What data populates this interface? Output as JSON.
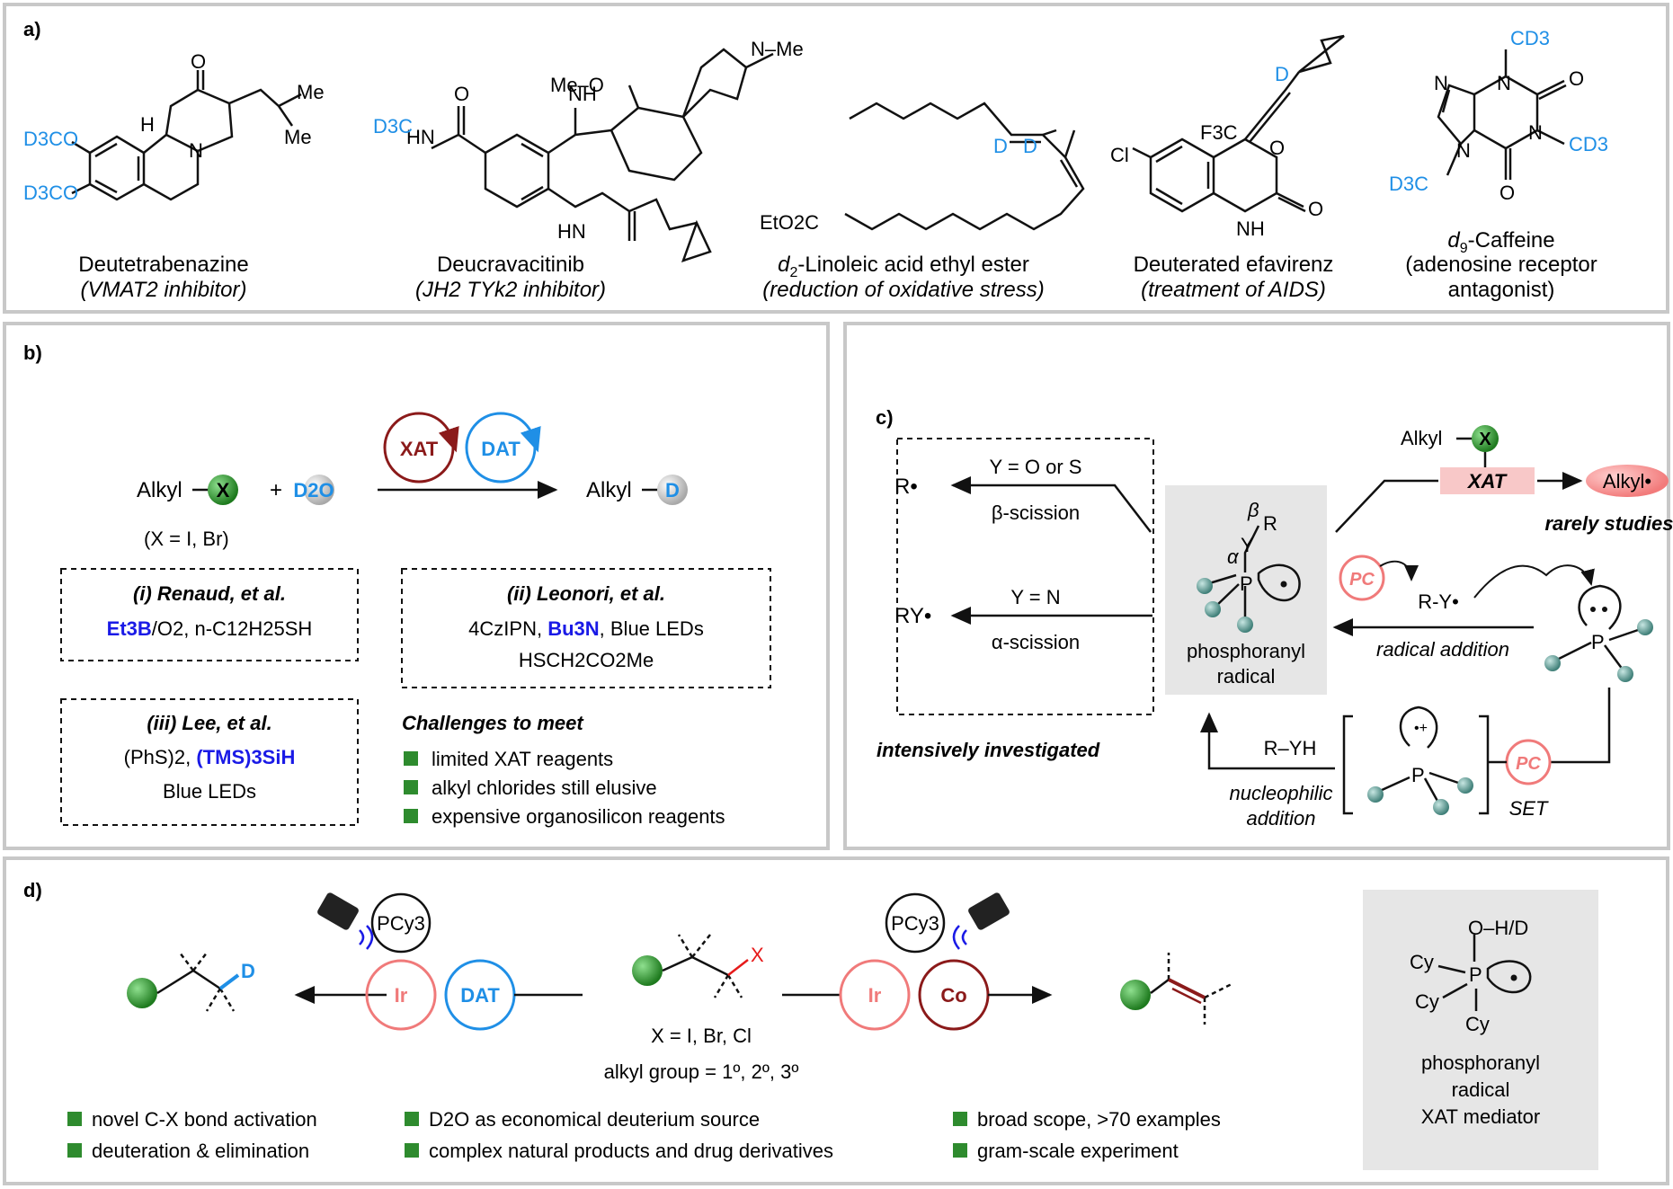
{
  "panel_a": {
    "label": "a)",
    "drugs": [
      {
        "name": "Deutetrabenazine",
        "desc": "(VMAT2 inhibitor)"
      },
      {
        "name": "Deucravacitinib",
        "desc": "(JH2 TYk2 inhibitor)"
      },
      {
        "name_prefix": "d",
        "name_sub": "2",
        "name_rest": "-Linoleic acid ethyl ester",
        "desc": "(reduction of oxidative stress)"
      },
      {
        "name": "Deuterated efavirenz",
        "desc": "(treatment of AIDS)"
      },
      {
        "name_prefix": "d",
        "name_sub": "9",
        "name_rest": "-Caffeine",
        "desc1": "(adenosine receptor",
        "desc2": "antagonist)"
      }
    ],
    "atoms": {
      "d3co": "D3CO",
      "ome": "Me–O",
      "me": "Me",
      "h": "H",
      "o": "O",
      "n": "N",
      "hn": "HN",
      "nh": "NH",
      "f3c": "F3C",
      "cl": "Cl",
      "d": "D",
      "eto2c": "EtO2C",
      "cd3": "CD3",
      "d3c": "D3C",
      "nme": "N–Me"
    }
  },
  "panel_b": {
    "label": "b)",
    "reactant": "Alkyl",
    "x": "X",
    "plus": "+",
    "d2o": "D2O",
    "product": "Alkyl",
    "d": "D",
    "xat": "XAT",
    "dat": "DAT",
    "x_note": "(X = I, Br)",
    "box_i_title": "(i) Renaud, et al.",
    "box_i_l1_a": "Et3B",
    "box_i_l1_b": "/O2, n-C12H25SH",
    "box_ii_title": "(ii) Leonori, et al.",
    "box_ii_l1_a": "4CzIPN,",
    "box_ii_l1_b": "Bu3N",
    "box_ii_l1_c": ", Blue LEDs",
    "box_ii_l2": "HSCH2CO2Me",
    "box_iii_title": "(iii) Lee, et al.",
    "box_iii_l1_a": "(PhS)2,",
    "box_iii_l1_b": "(TMS)3SiH",
    "box_iii_l2": "Blue LEDs",
    "challenges_title": "Challenges to meet",
    "challenges": [
      "limited XAT reagents",
      "alkyl chlorides still elusive",
      "expensive organosilicon reagents"
    ]
  },
  "panel_c": {
    "label": "c)",
    "alkyl_x": "Alkyl",
    "x": "X",
    "xat": "XAT",
    "alkyl_rad": "Alkyl•",
    "rarely": "rarely studies",
    "r_rad": "R•",
    "y_os": "Y = O or S",
    "beta_sc": "β-scission",
    "ry_rad": "RY•",
    "y_n": "Y = N",
    "alpha_sc": "α-scission",
    "intensively": "intensively investigated",
    "phos_1": "phosphoranyl",
    "phos_2": "radical",
    "beta": "β",
    "alpha": "α",
    "y": "Y",
    "r": "R",
    "p": "P",
    "pc": "PC",
    "ry": "R-Y•",
    "radical_addition": "radical addition",
    "ryh": "R–YH",
    "nuc_1": "nucleophilic",
    "nuc_2": "addition",
    "set": "SET"
  },
  "panel_d": {
    "label": "d)",
    "pcy3": "PCy3",
    "ir": "Ir",
    "dat": "DAT",
    "co": "Co",
    "d": "D",
    "x": "X",
    "x_note": "X = I, Br, Cl",
    "alkyl_note": "alkyl group = 1º, 2º, 3º",
    "features": [
      "novel C-X bond activation",
      "deuteration & elimination",
      "D2O as economical deuterium source",
      "complex natural products and drug derivatives",
      "broad scope, >70 examples",
      "gram-scale experiment"
    ],
    "mediator_1": "phosphoranyl",
    "mediator_2": "radical",
    "mediator_3": "XAT mediator",
    "oh": "O–H/D",
    "cy": "Cy"
  },
  "colors": {
    "blue": "#1f8fe6",
    "darkblue": "#1a1ae6",
    "darkred": "#8b1a1a",
    "pink": "#f07a7a",
    "green": "#2e8b2e",
    "teal": "#5b9e97",
    "gray_panel": "#e6e6e6",
    "border": "#c8c8c8"
  }
}
